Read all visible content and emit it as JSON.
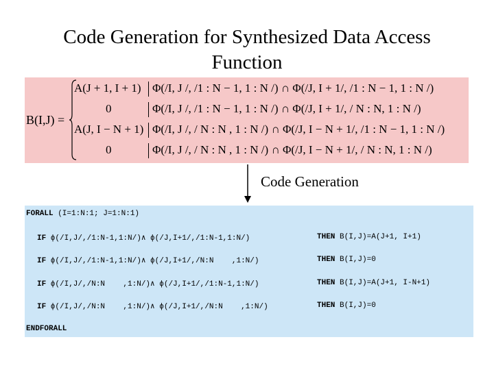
{
  "title_line1": "Code Generation for Synthesized Data Access",
  "title_line2": "Function",
  "equation": {
    "lhs": "B(I,J) =",
    "rows": [
      {
        "value": "A(J + 1, I + 1)",
        "condition": "Φ(/I, J /, /1 : N − 1, 1 : N /) ∩ Φ(/J, I + 1/,      /1 : N − 1,  1 : N /)"
      },
      {
        "value": "0",
        "condition": "Φ(/I, J /, /1 : N − 1, 1 : N /) ∩ Φ(/J, I + 1/,      / N : N,    1 : N /)"
      },
      {
        "value": "A(J, I − N + 1)",
        "condition": "Φ(/I, J /, / N : N     , 1 : N /) ∩ Φ(/J, I − N + 1/, /1 : N − 1,  1 : N /)"
      },
      {
        "value": "0",
        "condition": "Φ(/I, J /, / N : N     , 1 : N /) ∩ Φ(/J, I − N + 1/, / N : N,  1 : N /)"
      }
    ]
  },
  "arrow_label": "Code Generation",
  "code": {
    "forall": "FORALL",
    "forall_args": " (I=1:N:1; J=1:N:1)",
    "lines": [
      {
        "if": "IF",
        "cond": " ϕ(/I,J/,/1:N-1,1:N/)∧ ϕ(/J,I+1/,/1:N-1,1:N/)",
        "then": "THEN",
        "stmt": " B(I,J)=A(J+1, I+1)"
      },
      {
        "if": "IF",
        "cond": " ϕ(/I,J/,/1:N-1,1:N/)∧ ϕ(/J,I+1/,/N:N    ,1:N/)",
        "then": "THEN",
        "stmt": " B(I,J)=0"
      },
      {
        "if": "IF",
        "cond": " ϕ(/I,J/,/N:N    ,1:N/)∧ ϕ(/J,I+1/,/1:N-1,1:N/)",
        "then": "THEN",
        "stmt": " B(I,J)=A(J+1, I-N+1)"
      },
      {
        "if": "IF",
        "cond": " ϕ(/I,J/,/N:N    ,1:N/)∧ ϕ(/J,I+1/,/N:N    ,1:N/)",
        "then": "THEN",
        "stmt": " B(I,J)=0"
      }
    ],
    "endforall": "ENDFORALL"
  }
}
